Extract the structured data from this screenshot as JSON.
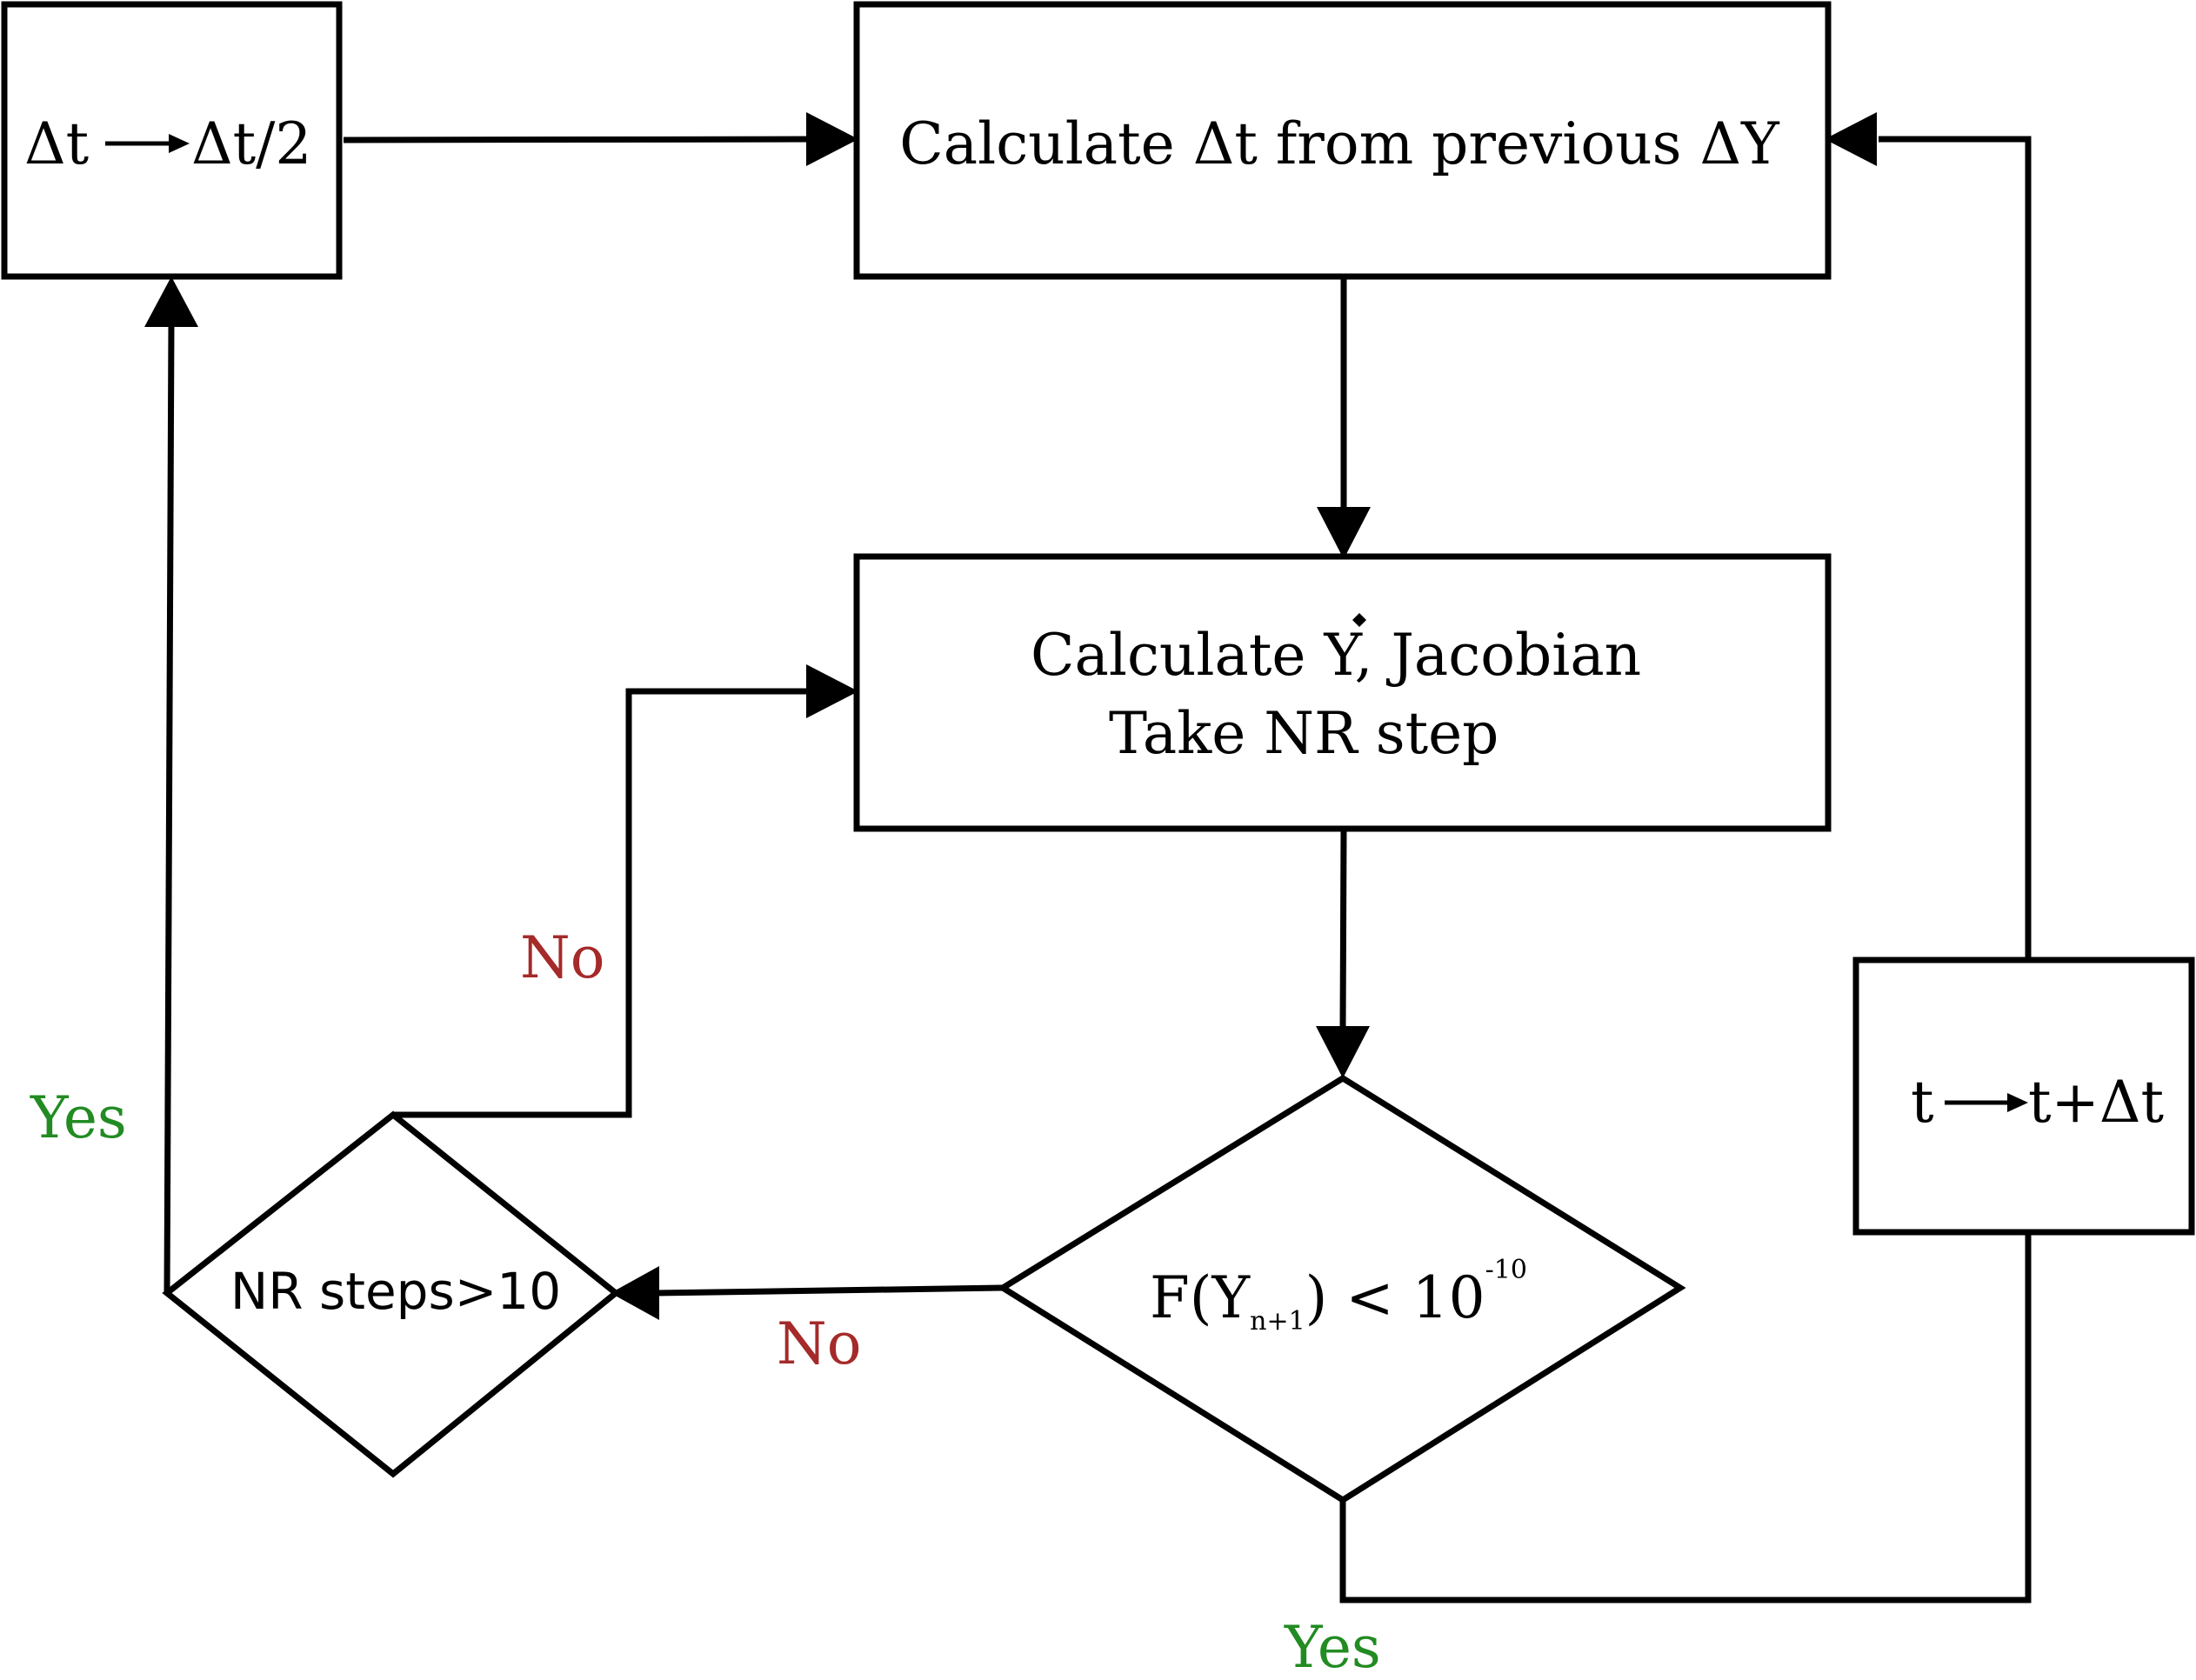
{
  "diagram": {
    "nodes": {
      "halve": {
        "left": "Δt",
        "right": "Δt/2"
      },
      "calc_dt": {
        "text": "Calculate Δt from previous ΔY"
      },
      "calc_y": {
        "line1_a": "Calculate ",
        "line1_y": "Y",
        "line1_b": ", Jacobian",
        "line2": "Take NR step"
      },
      "check_f": {
        "a": "F(Y",
        "sub": "n+1",
        "b": ") < 10",
        "sup": "-10"
      },
      "nr_steps": {
        "text": "NR steps>10"
      },
      "advance": {
        "left": "t",
        "right": "t+Δt"
      }
    },
    "edge_labels": {
      "no_to_nr": "No",
      "no_to_calc": "No",
      "yes_to_halve": "Yes",
      "yes_to_advance": "Yes"
    },
    "colors": {
      "stroke": "#000000",
      "no_label": "#a52a2a",
      "yes_label": "#228b22"
    }
  }
}
